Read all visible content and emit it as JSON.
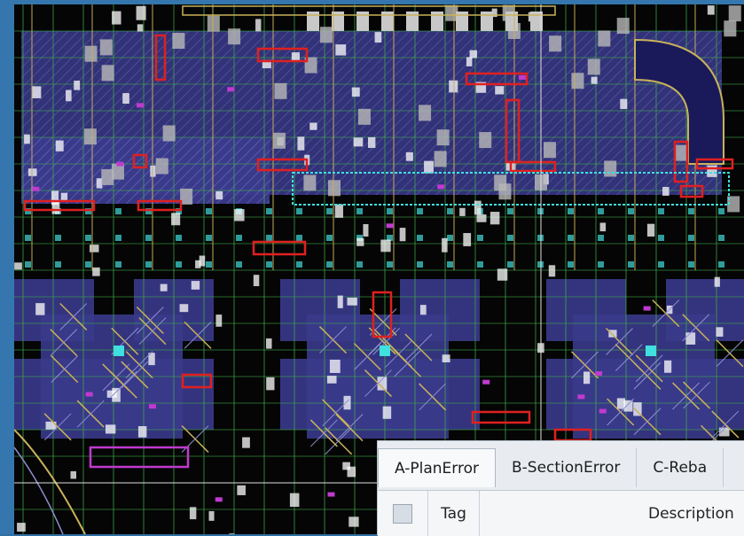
{
  "error_panel": {
    "tabs": [
      {
        "label": "A-PlanError",
        "active": true
      },
      {
        "label": "B-SectionError",
        "active": false
      },
      {
        "label": "C-Reba",
        "active": false
      }
    ],
    "columns": {
      "tag": "Tag",
      "description": "Description"
    }
  },
  "colors": {
    "canvas_background": "#050505",
    "slab_fill": "#3a3a8c",
    "grid_line_green": "#3faa48",
    "wall_yellow": "#c9b25a",
    "error_marker_red": "#e02020",
    "selection_cyan": "#3fe0e0",
    "magenta_marker": "#c03ad0",
    "crosshair_white": "#e0e0e0"
  }
}
